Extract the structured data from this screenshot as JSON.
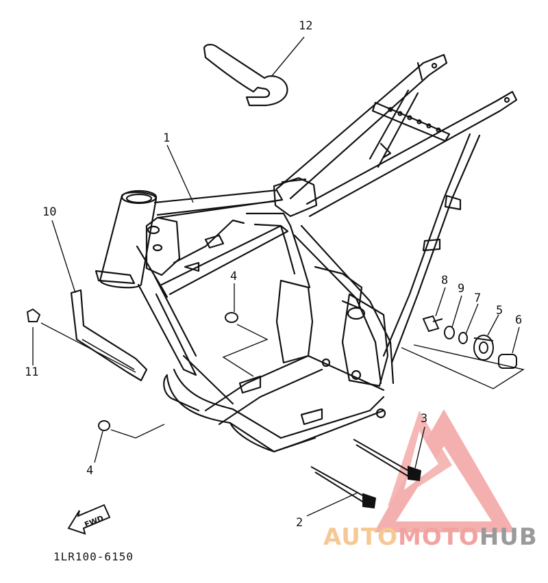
{
  "callouts": [
    {
      "id": "c12",
      "text": "12"
    },
    {
      "id": "c1",
      "text": "1"
    },
    {
      "id": "c10",
      "text": "10"
    },
    {
      "id": "c4a",
      "text": "4"
    },
    {
      "id": "c8",
      "text": "8"
    },
    {
      "id": "c9",
      "text": "9"
    },
    {
      "id": "c7",
      "text": "7"
    },
    {
      "id": "c5",
      "text": "5"
    },
    {
      "id": "c6",
      "text": "6"
    },
    {
      "id": "c11",
      "text": "11"
    },
    {
      "id": "c3",
      "text": "3"
    },
    {
      "id": "c4b",
      "text": "4"
    },
    {
      "id": "c2",
      "text": "2"
    }
  ],
  "fwd_label": "FWD",
  "diagram_code": "1LR100-6150",
  "watermark": {
    "part1": "AUTO",
    "part2": "MOTO",
    "part3": "HUB"
  },
  "colors": {
    "ink": "#111111",
    "watermark_orange": "#f6c894",
    "watermark_red": "#f2a3a0",
    "watermark_gray": "#9a9a9a"
  }
}
